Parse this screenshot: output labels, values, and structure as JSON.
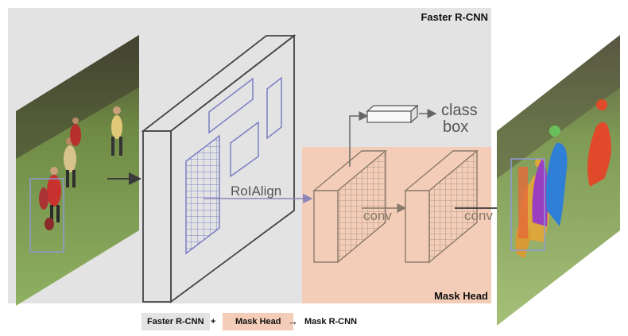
{
  "panels": {
    "faster_rcnn_title": "Faster R-CNN",
    "mask_head_title": "Mask Head"
  },
  "labels": {
    "roialign": "RoIAlign",
    "conv_1": "conv",
    "conv_2": "conv",
    "class": "class",
    "box": "box"
  },
  "legend": {
    "faster_rcnn": "Faster R-CNN",
    "plus": "+",
    "mask_head": "Mask Head",
    "arrow": "→",
    "result": "Mask R-CNN"
  },
  "colors": {
    "faster_rcnn_bg": "#e3e3e3",
    "mask_head_bg": "#f3cdb7",
    "grid_blue": "#7b7fc4",
    "conv_brown": "#8a7a6c"
  }
}
